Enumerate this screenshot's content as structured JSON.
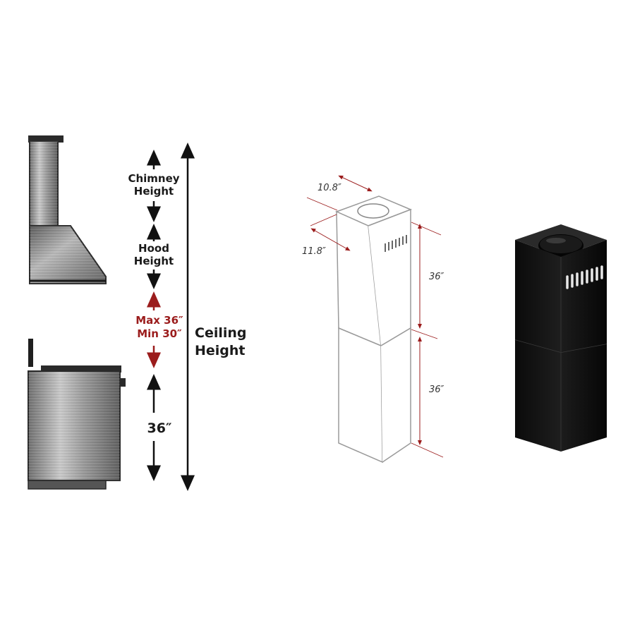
{
  "labels": {
    "chimney_height_1": "Chimney",
    "chimney_height_2": "Height",
    "hood_height_1": "Hood",
    "hood_height_2": "Height",
    "max": "Max 36″",
    "min": "Min 30″",
    "ceiling_1": "Ceiling",
    "ceiling_2": "Height",
    "counter_height": "36″"
  },
  "dimensions": {
    "depth_top": "10.8″",
    "width_top": "11.8″",
    "upper_section": "36″",
    "lower_section": "36″"
  },
  "colors": {
    "accent_red": "#9b1c1c",
    "steel": "#8c8c8c",
    "outline": "#2a2a2a"
  }
}
